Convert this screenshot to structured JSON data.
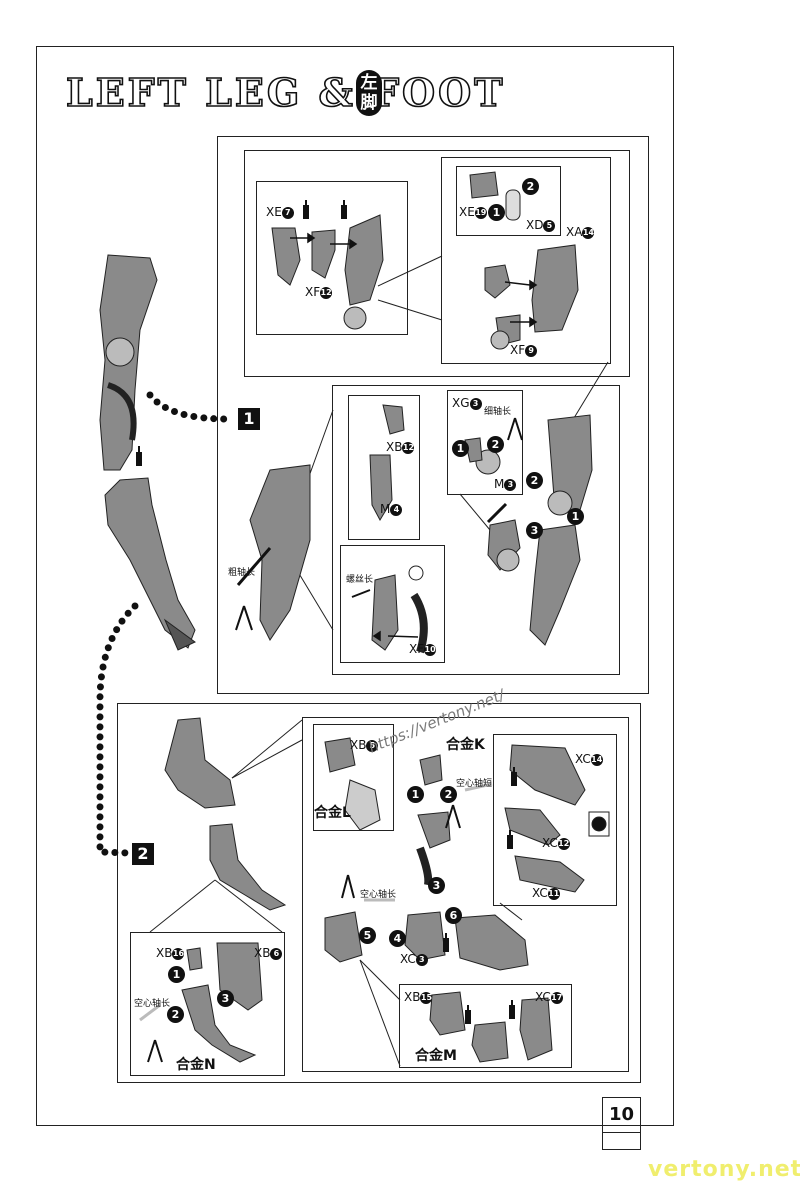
{
  "title": {
    "text": "LEFT LEG & FOOT",
    "badge": "左脚"
  },
  "steps": {
    "one": "1",
    "two": "2"
  },
  "step1": {
    "xe7": "XE",
    "xe7n": "7",
    "xf12": "XF",
    "xf12n": "12",
    "xe19": "XE",
    "xe19n": "19",
    "xd5": "XD",
    "xd5n": "5",
    "xa14": "XA",
    "xa14n": "14",
    "xf9": "XF",
    "xf9n": "9",
    "xg3": "XG",
    "xg3n": "3",
    "thin_axis": "细轴长",
    "m3": "M",
    "m3n": "3",
    "xb12": "XB",
    "xb12n": "12",
    "m4": "M",
    "m4n": "4",
    "screw_long": "螺丝长",
    "xf10": "XF",
    "xf10n": "10",
    "thick_axis": "粗轴长"
  },
  "step2": {
    "xb5": "XB",
    "xb5n": "5",
    "alloy_l": "合金L",
    "alloy_k": "合金K",
    "hollow_short": "空心轴短",
    "xc14": "XC",
    "xc14n": "14",
    "xc12": "XC",
    "xc12n": "12",
    "xc11": "XC",
    "xc11n": "11",
    "hollow_long": "空心轴长",
    "xc3": "XC",
    "xc3n": "3",
    "xb15": "XB",
    "xb15n": "15",
    "xc17": "XC",
    "xc17n": "17",
    "alloy_m": "合金M",
    "xb16": "XB",
    "xb16n": "16",
    "xb6": "XB",
    "xb6n": "6",
    "hollow_long2": "空心轴长",
    "alloy_n": "合金N"
  },
  "watermark_url": "https://vertony.net/",
  "page_number": "10",
  "footer_watermark": "vertony.net",
  "colors": {
    "watermark": "#f0ee6e",
    "ink": "#111111",
    "part_fill": "#8a8a8a"
  }
}
